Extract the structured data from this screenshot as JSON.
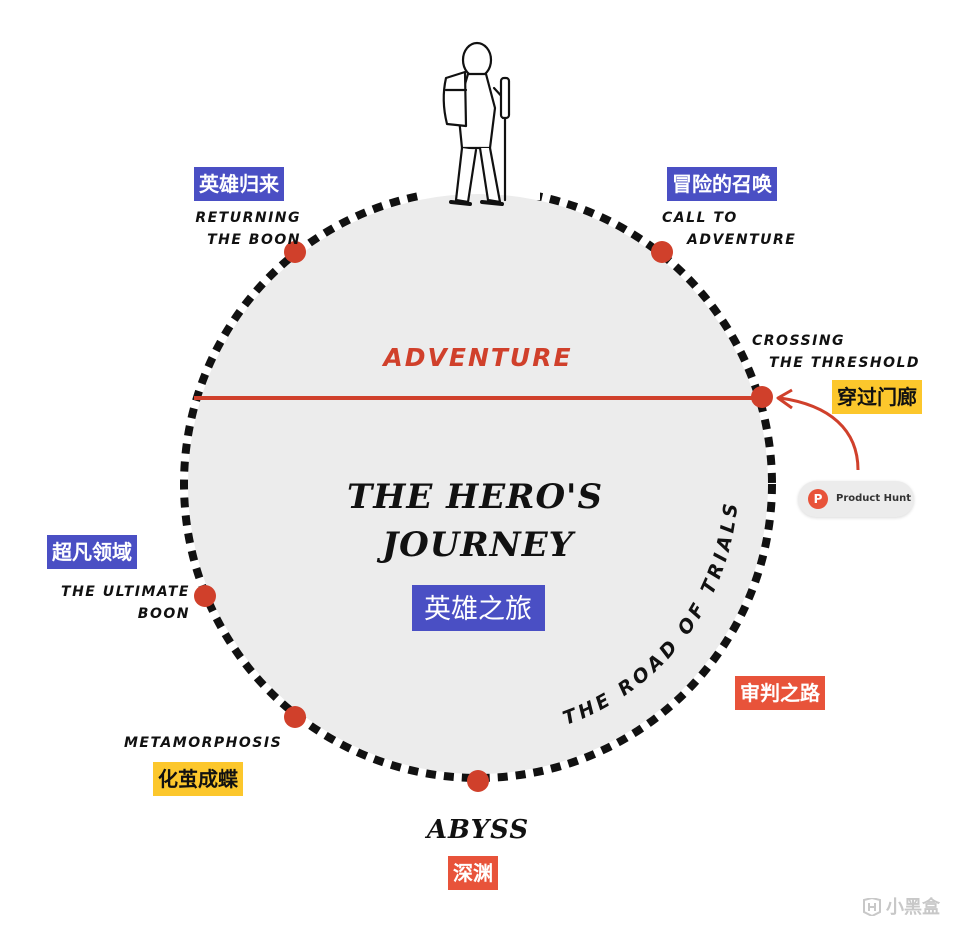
{
  "diagram": {
    "center_title_lines": [
      "THE HERO'S",
      "JOURNEY"
    ],
    "center_title_cn": "英雄之旅",
    "adventure_label": "ADVENTURE",
    "road_of_trials": "THE ROAD OF TRIALS",
    "abyss_label": "ABYSS",
    "stages": {
      "returning": {
        "en": [
          "RETURNING",
          "THE BOON"
        ],
        "cn": "英雄归来"
      },
      "call": {
        "en": [
          "CALL TO",
          "ADVENTURE"
        ],
        "cn": "冒险的召唤"
      },
      "crossing": {
        "en": [
          "CROSSING",
          "THE THRESHOLD"
        ],
        "cn": "穿过门廊"
      },
      "ultimate": {
        "en": [
          "THE ULTIMATE",
          "BOON"
        ],
        "cn": "超凡领域"
      },
      "metamorphosis": {
        "en": [
          "METAMORPHOSIS"
        ],
        "cn": "化茧成蝶"
      },
      "road": {
        "cn": "审判之路"
      },
      "abyss": {
        "cn": "深渊"
      }
    }
  },
  "badge": {
    "logo_letter": "P",
    "label": "Product Hunt"
  },
  "watermark": {
    "text": "小黑盒"
  },
  "colors": {
    "red": "#d0402b",
    "blue_tag": "#4a4fc4",
    "yellow_tag": "#fcc72c",
    "red_tag": "#e8533a",
    "circle_fill": "#ececec",
    "ink": "#111111"
  }
}
